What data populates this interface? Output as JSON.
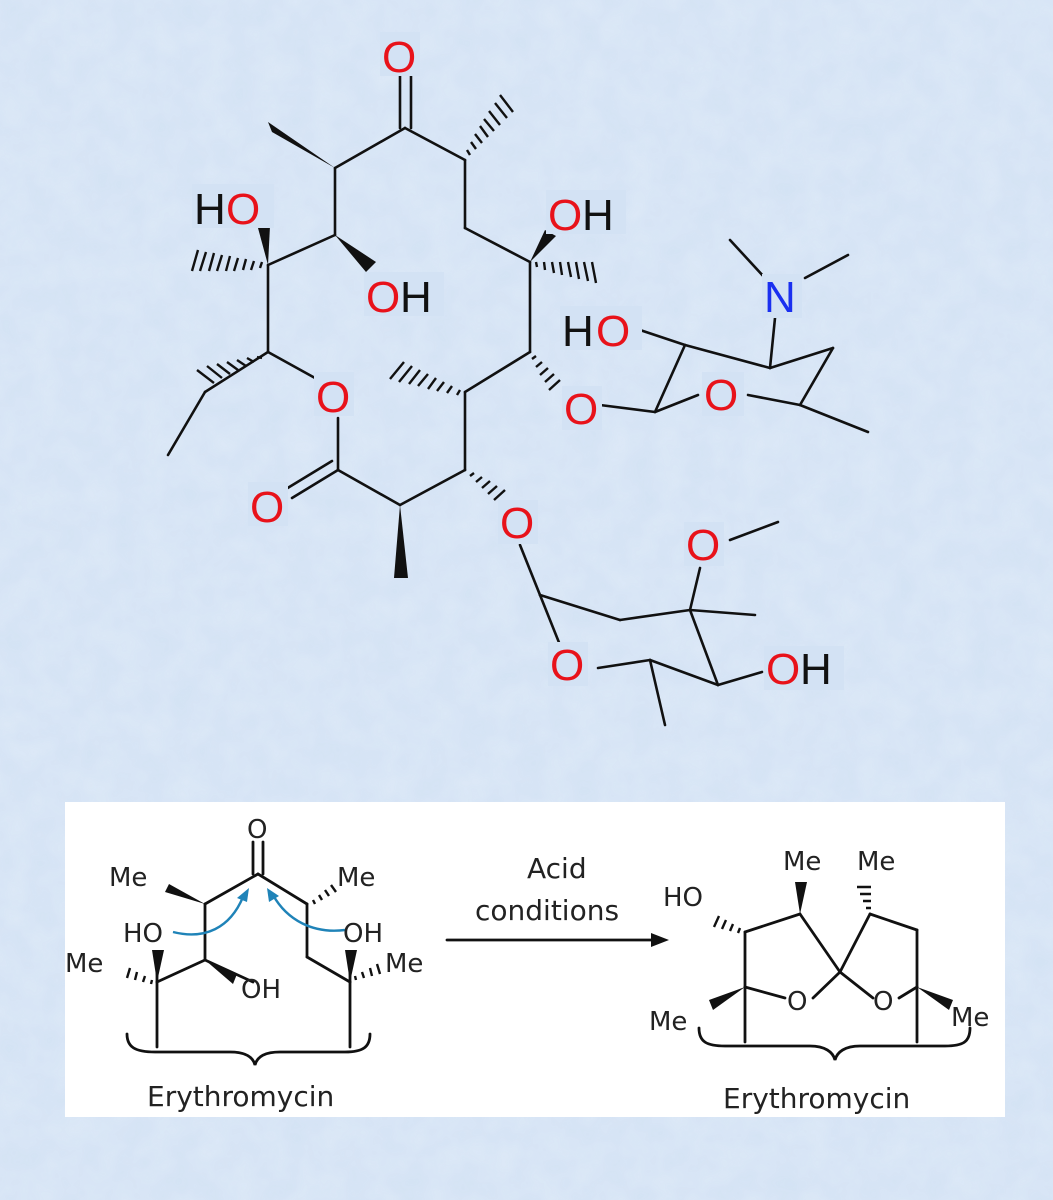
{
  "structure": {
    "atoms": {
      "o_ketone": "O",
      "ho_left_h": "H",
      "ho_left_o": "O",
      "oh_mid_o": "O",
      "oh_mid_h": "H",
      "oh_right_o": "O",
      "oh_right_h": "H",
      "n_amine": "N",
      "ho_sugar_h": "H",
      "ho_sugar_o": "O",
      "o_ring_ester": "O",
      "o_carbonyl": "O",
      "o_glyco1": "O",
      "o_sugar1_ring": "O",
      "o_glyco2": "O",
      "o_methoxy": "O",
      "o_sugar2_ring": "O",
      "oh_sugar2_o": "O",
      "oh_sugar2_h": "H"
    }
  },
  "reaction": {
    "reactant": {
      "ketone_o": "O",
      "me_top_left": "Me",
      "me_top_right": "Me",
      "ho_left": "HO",
      "oh_right": "OH",
      "me_left": "Me",
      "me_right": "Me",
      "oh_bottom": "OH",
      "label": "Erythromycin"
    },
    "arrow": {
      "line1": "Acid",
      "line2": "conditions"
    },
    "product": {
      "me_top1": "Me",
      "me_top2": "Me",
      "ho": "HO",
      "me_left": "Me",
      "me_right": "Me",
      "ring_o1": "O",
      "ring_o2": "O",
      "label": "Erythromycin"
    }
  },
  "colors": {
    "background": "#d3e2f4",
    "oxygen": "#e8121a",
    "nitrogen": "#1a2ff0",
    "arrow_curve": "#1f83b8"
  }
}
